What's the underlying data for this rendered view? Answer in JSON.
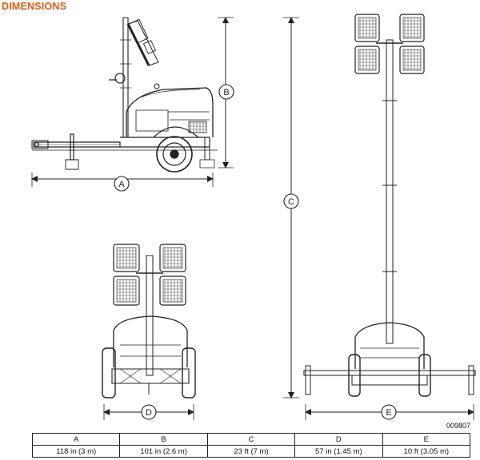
{
  "title": "DIMENSIONS",
  "title_color": "#e05a10",
  "figure_code": "009807",
  "callouts": {
    "a": "A",
    "b": "B",
    "c": "C",
    "d": "D",
    "e": "E"
  },
  "table": {
    "headers": [
      "A",
      "B",
      "C",
      "D",
      "E"
    ],
    "values": [
      "118 in (3 m)",
      "101 in (2.6 m)",
      "23 ft (7 m)",
      "57 in (1.45 m)",
      "10 ft (3.05 m)"
    ]
  }
}
